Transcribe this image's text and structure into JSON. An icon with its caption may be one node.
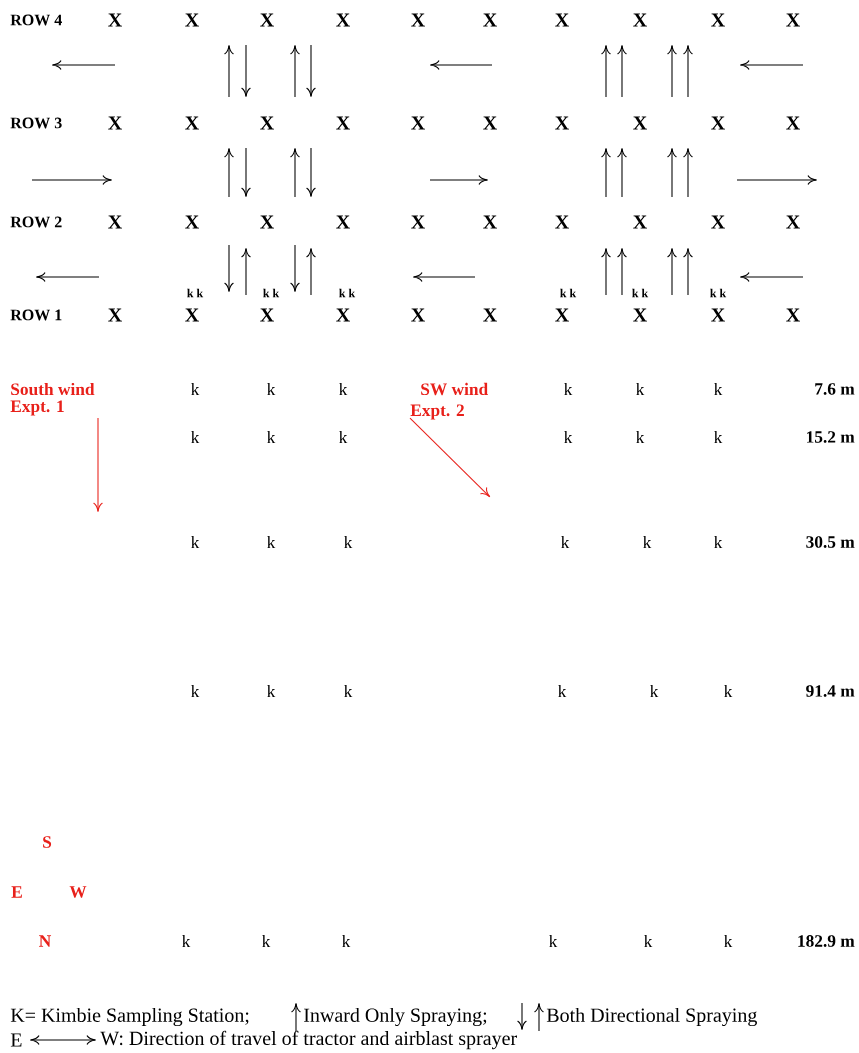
{
  "diagram": {
    "labels": [
      "ROW 4",
      "X",
      "X",
      "X",
      "X",
      "X",
      "X",
      "X",
      "X",
      "X",
      "X",
      "ROW 3",
      "X",
      "X",
      "X",
      "X",
      "X",
      "X",
      "X",
      "X",
      "X",
      "X",
      "ROW 2",
      "X",
      "X",
      "X",
      "X",
      "X",
      "X",
      "X",
      "X",
      "X",
      "X",
      "k k",
      "k k",
      "k k",
      "k k",
      "k k",
      "k k",
      "ROW 1",
      "X",
      "X",
      "X",
      "X",
      "X",
      "X",
      "X",
      "X",
      "X",
      "X",
      "South wind",
      "k",
      "k",
      "k",
      "SW wind",
      "k",
      "k",
      "k",
      "7.6 m",
      "Expt. 1",
      "k",
      "k",
      "k",
      "Expt. 2",
      "k",
      "k",
      "k",
      "15.2 m",
      "k",
      "k",
      "k",
      "k",
      "k",
      "k",
      "30.5 m",
      "k",
      "k",
      "k",
      "k",
      "k",
      "k",
      "91.4 m",
      "S",
      "E",
      "W",
      "N",
      "k",
      "k",
      "k",
      "k",
      "k",
      "k",
      "182.9 m",
      "K= Kimbie Sampling Station;",
      "Inward Only Spraying;",
      "Both Directional Spraying",
      "E",
      "W: Direction of travel of tractor and airblast sprayer"
    ]
  }
}
